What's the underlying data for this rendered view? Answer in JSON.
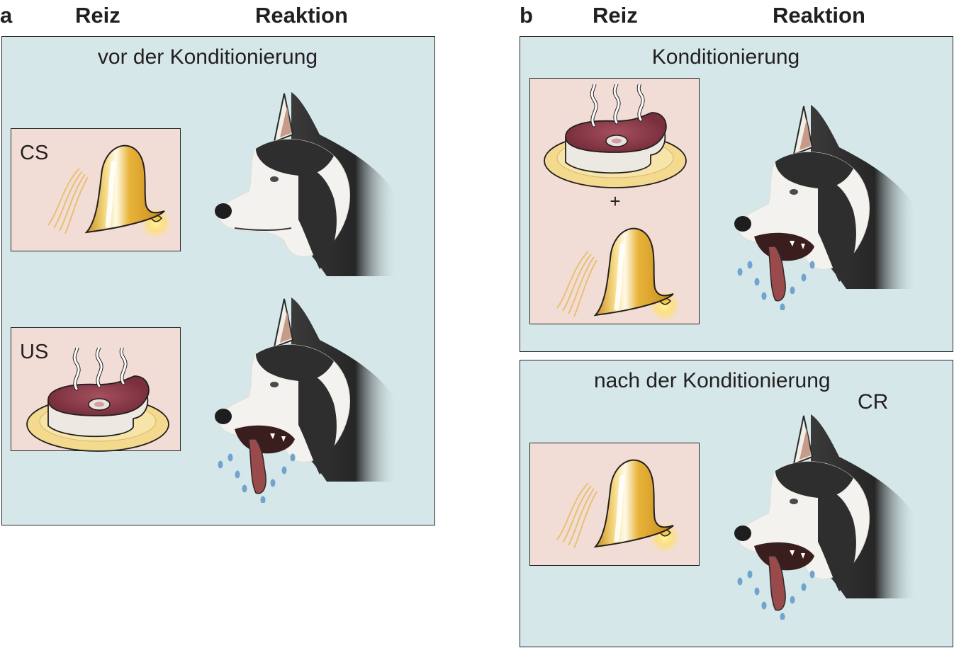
{
  "panel_a": {
    "letter": "a",
    "col_stimulus": "Reiz",
    "col_response": "Reaktion",
    "title": "vor der Konditionierung",
    "cs_label": "CS",
    "us_label": "US"
  },
  "panel_b": {
    "letter": "b",
    "col_stimulus": "Reiz",
    "col_response": "Reaktion",
    "conditioning_title": "Konditionierung",
    "plus": "+",
    "after_title": "nach der Konditionierung",
    "cr_label": "CR"
  },
  "colors": {
    "panel_bg": "#d5e7e9",
    "stimulus_box_bg": "#f2ddd6",
    "bell": "#e0a928",
    "meat": "#8b3a4a",
    "plate": "#f2d98a",
    "saliva": "#6fa4cf",
    "tongue": "#9a4a4a"
  }
}
